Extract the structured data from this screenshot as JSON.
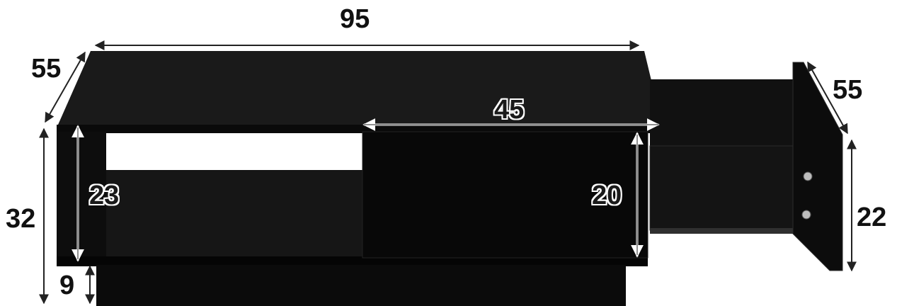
{
  "product": {
    "body_color": "#0b0b0b",
    "edge_color": "#262626",
    "drawer_inner_color": "#161616",
    "background_color": "#ffffff"
  },
  "dimensions": {
    "top_width": "95",
    "top_depth": "55",
    "drawer_front_width": "45",
    "drawer_depth": "55",
    "total_height": "32",
    "open_shelf_height": "23",
    "drawer_compartment_height": "20",
    "drawer_height": "22",
    "base_height": "9"
  }
}
